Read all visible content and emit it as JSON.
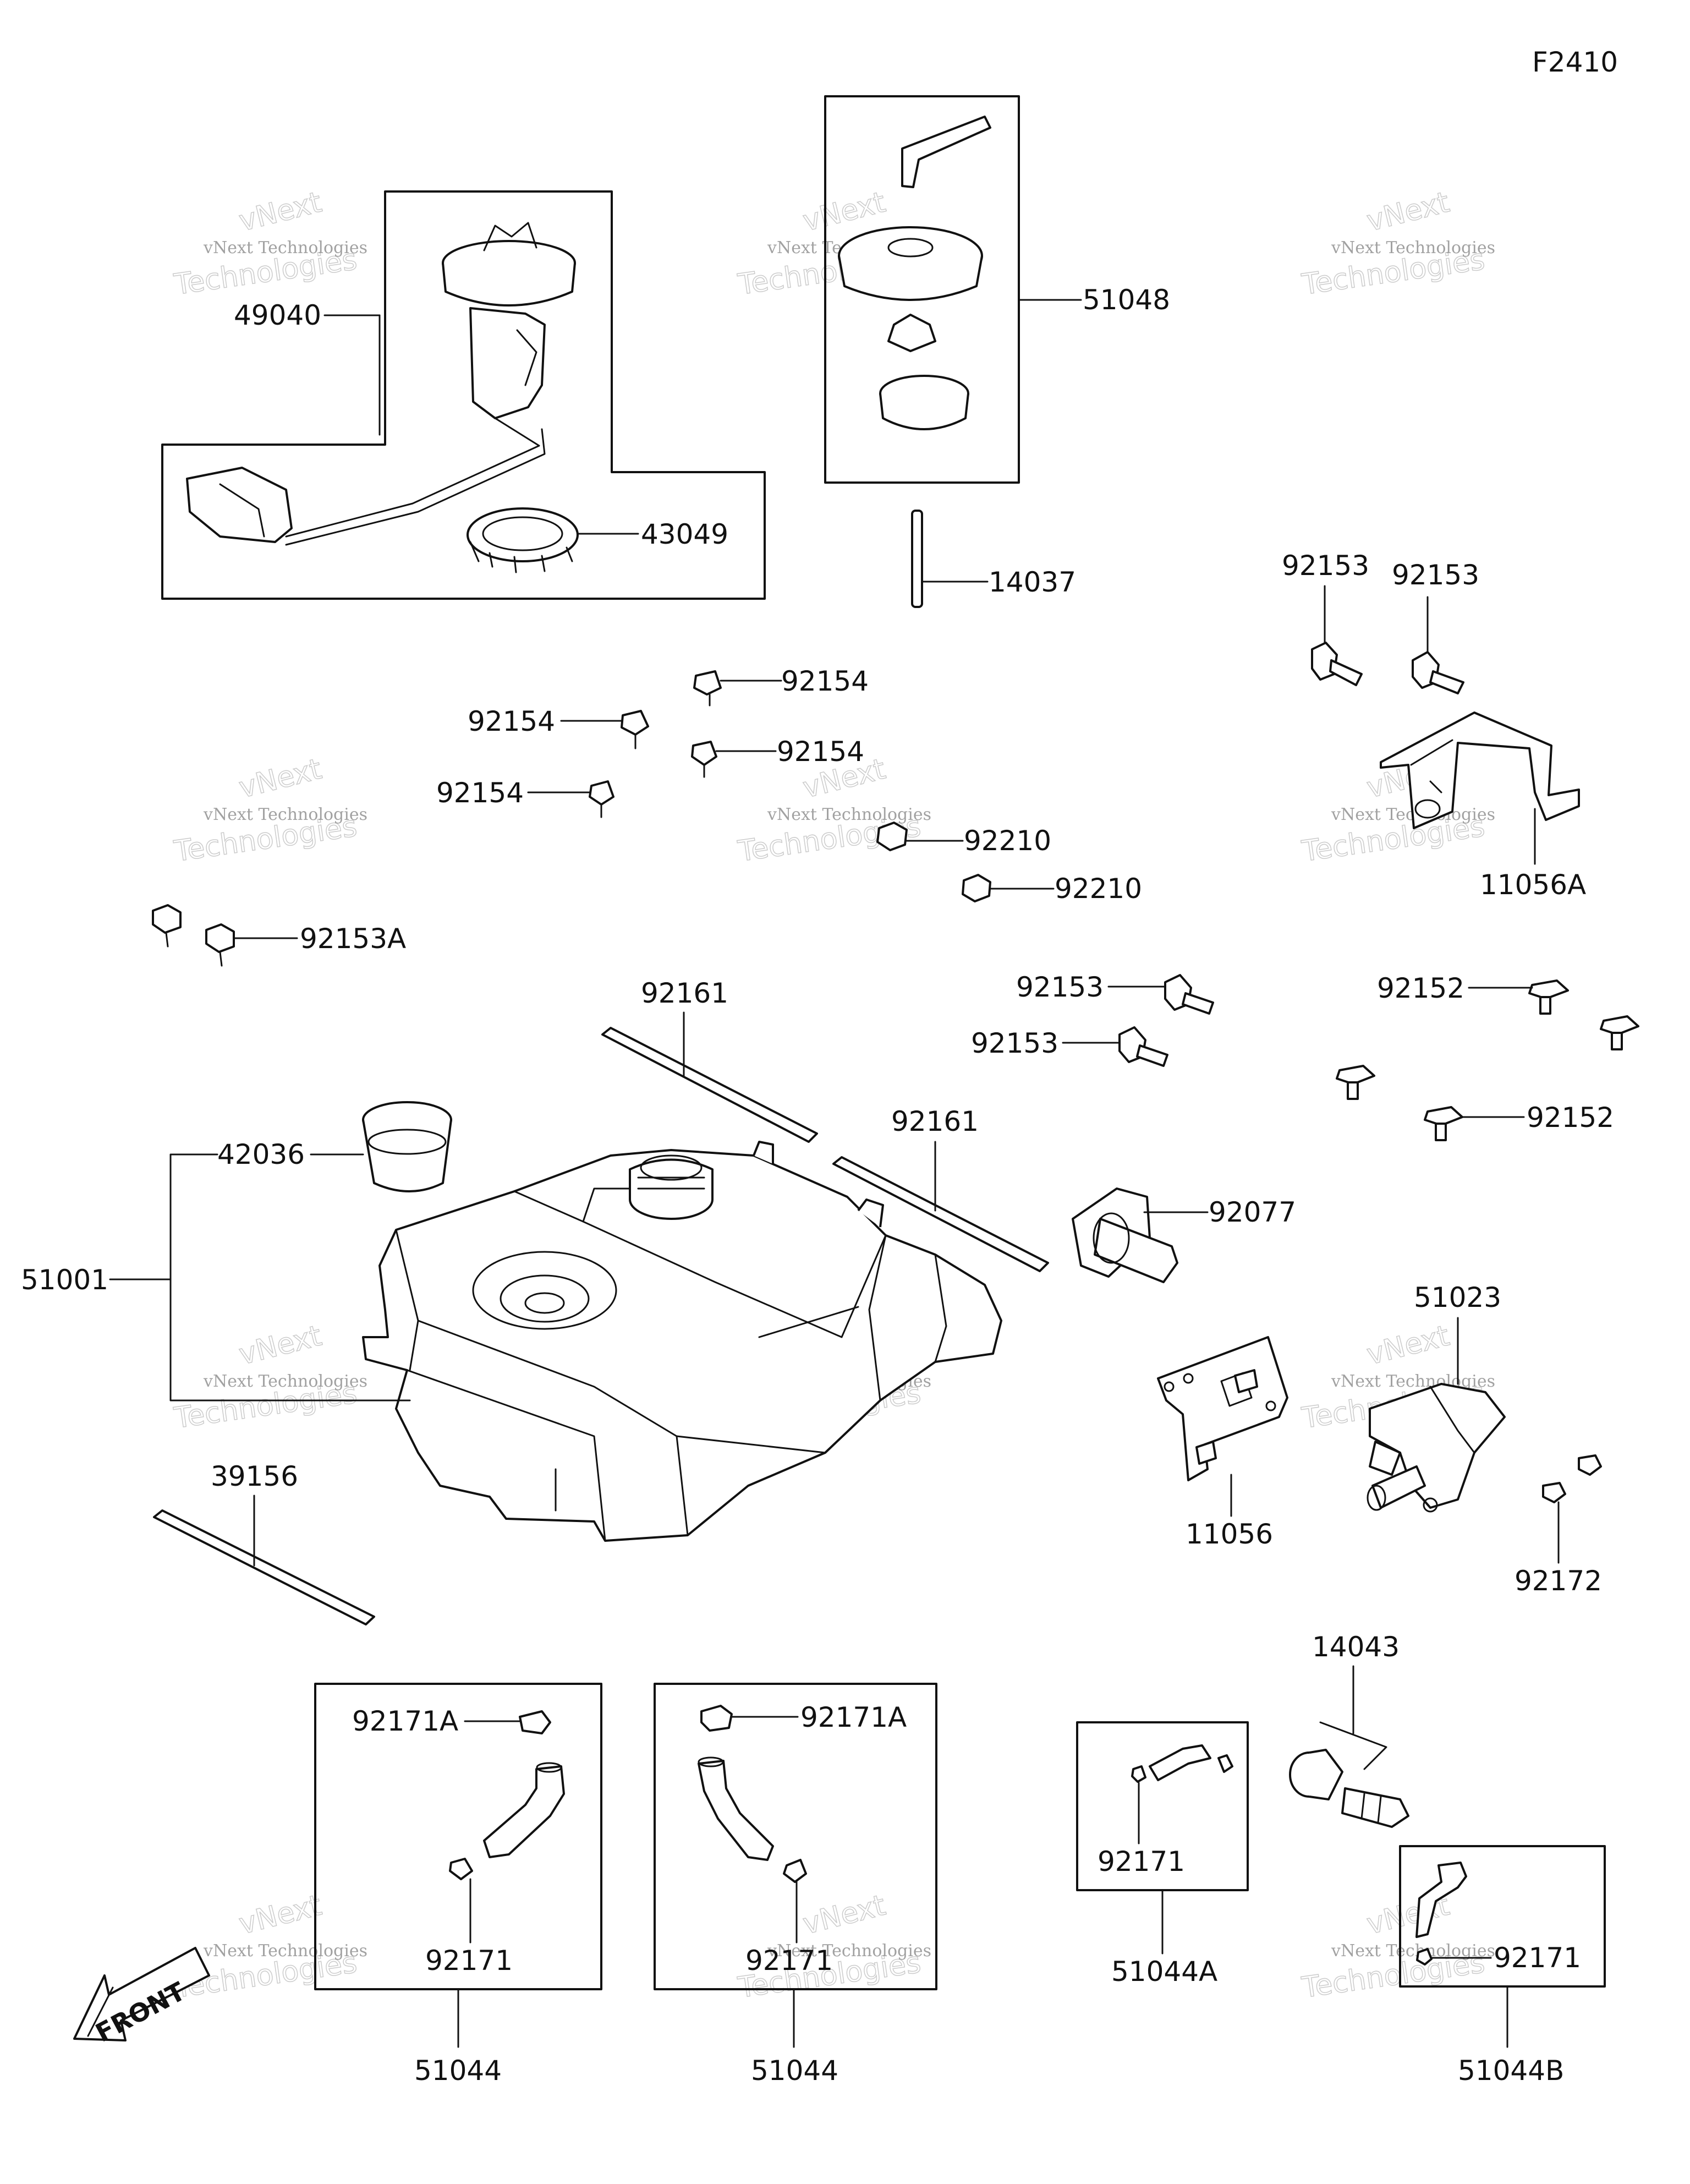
{
  "figure_code": "F2410",
  "front_label": "FRONT",
  "watermark": {
    "line1": "vNext Technologies",
    "line2": "Technologies",
    "word": "vNext"
  },
  "labels": {
    "l49040": "49040",
    "l43049": "43049",
    "l51048": "51048",
    "l14037": "14037",
    "l92153_a": "92153",
    "l92153_b": "92153",
    "l11056A": "11056A",
    "l92154_a": "92154",
    "l92154_b": "92154",
    "l92154_c": "92154",
    "l92154_d": "92154",
    "l92210_a": "92210",
    "l92210_b": "92210",
    "l92153A": "92153A",
    "l92161_a": "92161",
    "l92153_c": "92153",
    "l92153_d": "92153",
    "l92152_a": "92152",
    "l92152_b": "92152",
    "l92161_b": "92161",
    "l42036": "42036",
    "l51001": "51001",
    "l92077": "92077",
    "l51023": "51023",
    "l11056": "11056",
    "l39156": "39156",
    "l92172": "92172",
    "l14043": "14043",
    "l92171A_a": "92171A",
    "l92171A_b": "92171A",
    "l92171_a": "92171",
    "l92171_b": "92171",
    "l92171_c": "92171",
    "l92171_d": "92171",
    "l51044_a": "51044",
    "l51044_b": "51044",
    "l51044A": "51044A",
    "l51044B": "51044B"
  }
}
